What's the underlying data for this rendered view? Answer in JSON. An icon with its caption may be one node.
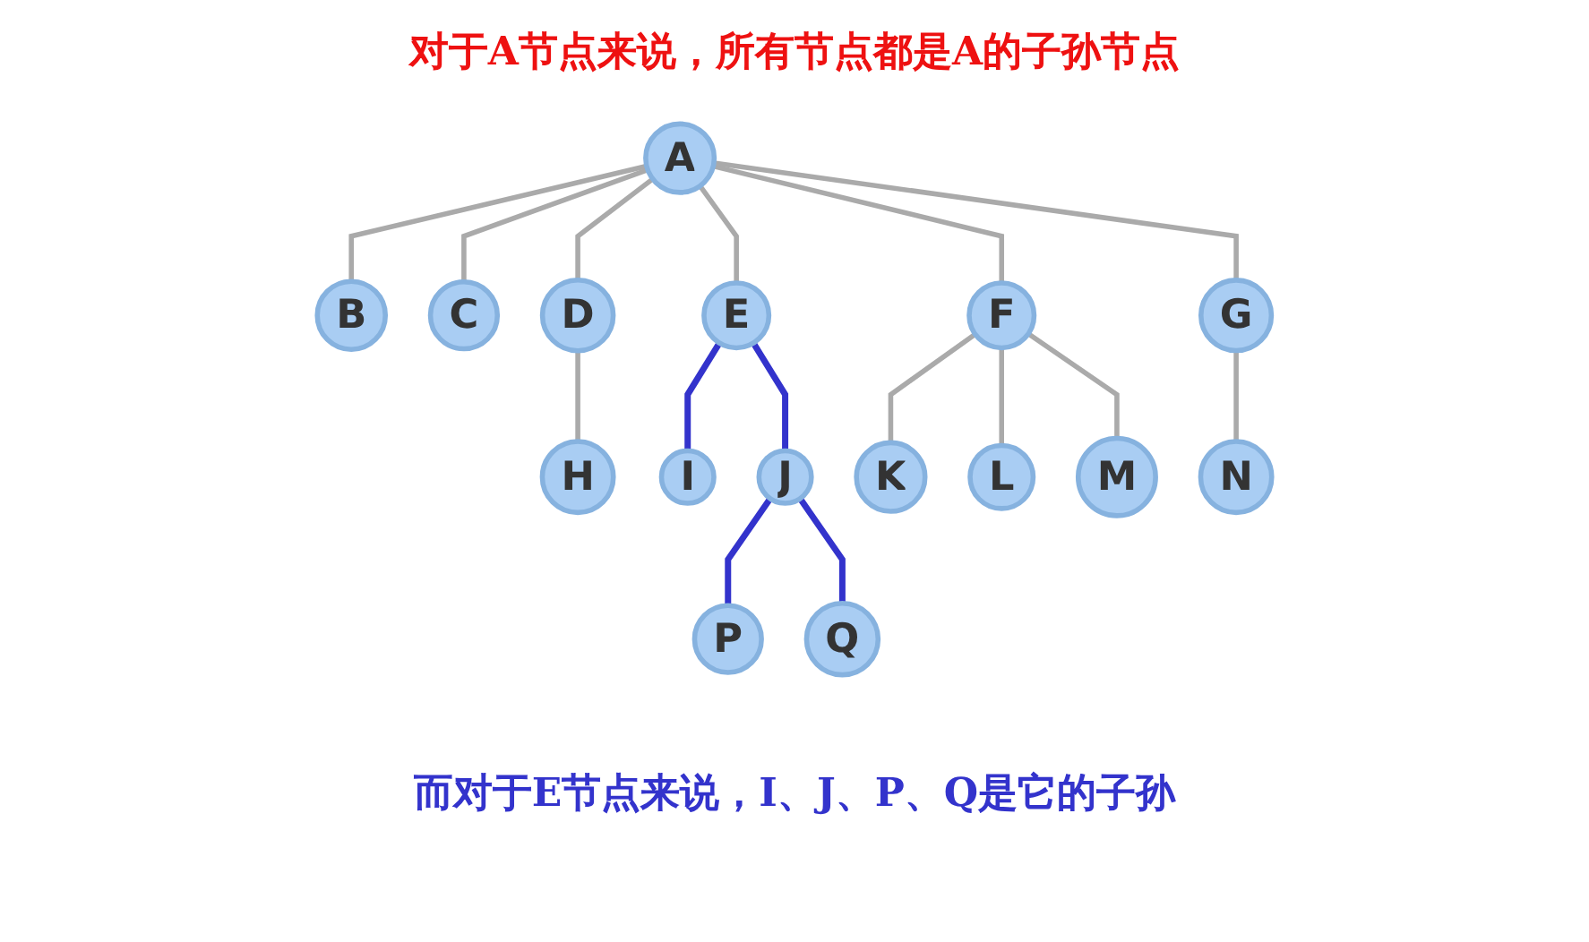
{
  "diagram": {
    "title": "对于A节点来说，所有节点都是A的子孙节点",
    "caption": "而对于E节点来说，I、J、P、Q是它的子孙",
    "nodes": [
      {
        "text": [
          "A"
        ]
      },
      {
        "text": [
          "B"
        ]
      },
      {
        "text": [
          "C"
        ]
      },
      {
        "text": [
          "D"
        ]
      },
      {
        "text": [
          "E"
        ]
      },
      {
        "text": [
          "F"
        ]
      },
      {
        "text": [
          "G"
        ]
      },
      {
        "text": [
          "H"
        ]
      },
      {
        "text": [
          "I"
        ]
      },
      {
        "text": [
          "J"
        ]
      },
      {
        "text": [
          "K"
        ]
      },
      {
        "text": [
          "L"
        ]
      },
      {
        "text": [
          "M"
        ]
      },
      {
        "text": [
          "N"
        ]
      },
      {
        "text": [
          "P"
        ]
      },
      {
        "text": [
          "Q"
        ]
      }
    ],
    "edges": [
      {
        "from": 0,
        "to": 1,
        "arrow": "none"
      },
      {
        "from": 0,
        "to": 2,
        "arrow": "none"
      },
      {
        "from": 0,
        "to": 3,
        "arrow": "none"
      },
      {
        "from": 0,
        "to": 4,
        "arrow": "none"
      },
      {
        "from": 0,
        "to": 5,
        "arrow": "none"
      },
      {
        "from": 0,
        "to": 6,
        "arrow": "none"
      },
      {
        "from": 3,
        "to": 7,
        "arrow": "none"
      },
      {
        "from": 4,
        "to": 8,
        "arrow": "none",
        "color": "#3333cc"
      },
      {
        "from": 4,
        "to": 9,
        "arrow": "none",
        "color": "#3333cc"
      },
      {
        "from": 5,
        "to": 10,
        "arrow": "none"
      },
      {
        "from": 5,
        "to": 11,
        "arrow": "none"
      },
      {
        "from": 5,
        "to": 12,
        "arrow": "none"
      },
      {
        "from": 6,
        "to": 13,
        "arrow": "none"
      },
      {
        "from": 9,
        "to": 14,
        "arrow": "none",
        "color": "#3333cc"
      },
      {
        "from": 9,
        "to": 15,
        "arrow": "none",
        "color": "#3333cc"
      }
    ]
  }
}
